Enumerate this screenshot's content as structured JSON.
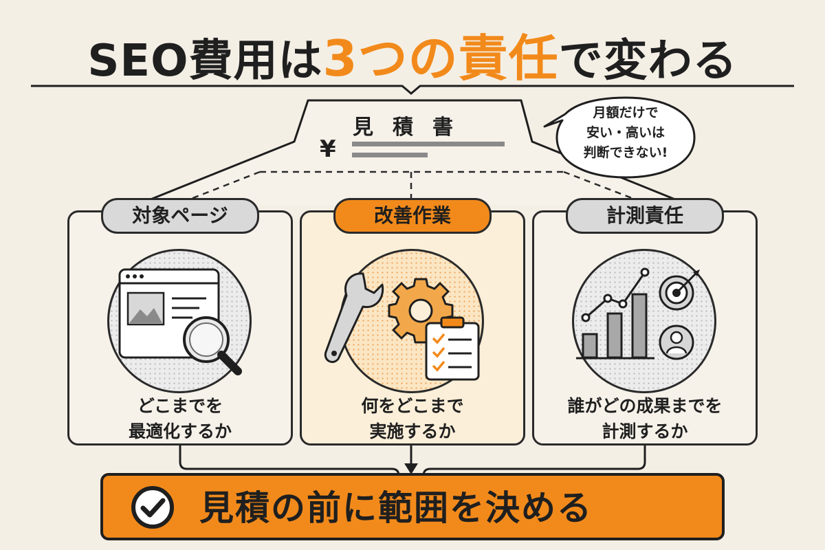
{
  "title": {
    "prefix": "SEO費用は",
    "accent": "3つの責任",
    "suffix": "で変わる"
  },
  "estimate": {
    "label": "見積書",
    "currency": "¥"
  },
  "speech_bubble": {
    "lines": [
      "月額だけで",
      "安い・高いは",
      "判断できない!"
    ]
  },
  "panels": [
    {
      "tag": "対象ページ",
      "icon": "webpage-magnifier-icon",
      "desc_lines": [
        "どこまでを",
        "最適化するか"
      ],
      "highlight": false
    },
    {
      "tag": "改善作業",
      "icon": "wrench-gear-checklist-icon",
      "desc_lines": [
        "何をどこまで",
        "実施するか"
      ],
      "highlight": true
    },
    {
      "tag": "計測責任",
      "icon": "chart-target-user-icon",
      "desc_lines": [
        "誰がどの成果までを",
        "計測するか"
      ],
      "highlight": false
    }
  ],
  "cta": {
    "text": "見積の前に範囲を決める",
    "icon": "check-circle-icon"
  },
  "colors": {
    "accent": "#f28a1b",
    "background": "#f4efe5",
    "ink": "#1f1f1f",
    "gray_tag": "#d9d9d9"
  }
}
